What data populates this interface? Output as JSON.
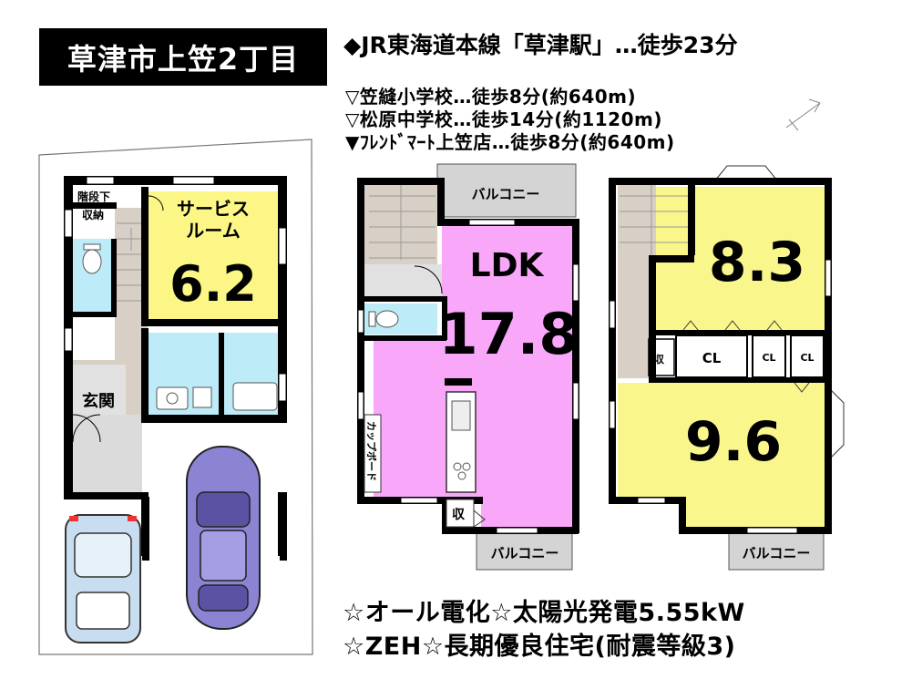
{
  "title": "草津市上笠2丁目",
  "access": {
    "station": "◆JR東海道本線「草津駅」…徒歩23分",
    "nearby": [
      "▽笠縫小学校…徒歩8分(約640m)",
      "▽松原中学校…徒歩14分(約1120m)",
      "▼ﾌﾚﾝﾄﾞﾏｰﾄ上笠店…徒歩8分(約640m)"
    ]
  },
  "floor1": {
    "storage_under_stairs": [
      "階段下",
      "収納"
    ],
    "service_room": [
      "サービス",
      "ルーム"
    ],
    "service_room_size": "6.2",
    "entrance": "玄関"
  },
  "floor2": {
    "balcony_top": "バルコニー",
    "ldk_label": "LDK",
    "ldk_size": "17.8",
    "cupboard": "カップボード",
    "storage": "収",
    "balcony_bottom": "バルコニー"
  },
  "floor3": {
    "room_a_size": "8.3",
    "room_b_size": "9.6",
    "storage_small": "収",
    "closet": "CL",
    "closet_2": "CL",
    "closet_3": "CL",
    "balcony": "バルコニー"
  },
  "features": [
    "☆オール電化☆太陽光発電5.55kW",
    "☆ZEH☆長期優良住宅(耐震等級3)"
  ],
  "colors": {
    "wall": "#000000",
    "service_room": "#fbf685",
    "ldk": "#f9a7f8",
    "bedroom": "#f9f78c",
    "wet_area": "#bdebf8",
    "corridor": "#d8cfc6",
    "balcony": "#d4d4d4",
    "car_light": "#c8def0",
    "car_dark": "#8b84d2"
  }
}
